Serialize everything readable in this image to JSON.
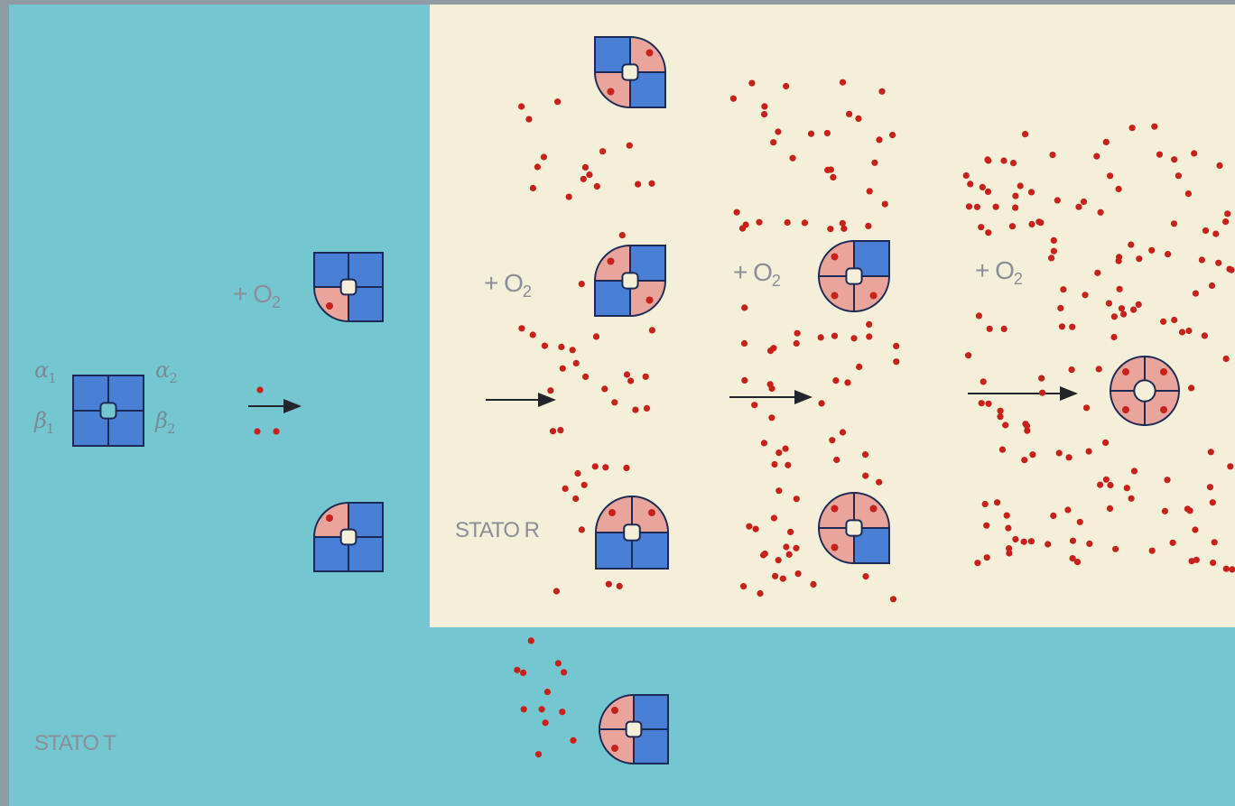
{
  "labels": {
    "o2_plus": "+ O",
    "o2_sub": "2",
    "state_t": "STATO T",
    "state_r": "STATO R",
    "alpha": "α",
    "beta": "β",
    "sub_1": "1",
    "sub_2": "2"
  },
  "colors": {
    "frame": "#8f9aa2",
    "t_background": "#74c7d0",
    "r_background": "#f4efd8",
    "subunit_deoxy": "#4a7fd6",
    "subunit_oxy": "#e9a59c",
    "oxygen_dot": "#c8201a"
  },
  "hemoglobin_states": [
    {
      "stage": 0,
      "oxygenated_subunits": 0
    },
    {
      "stage": 1,
      "oxygenated_subunits": 1
    },
    {
      "stage": 2,
      "oxygenated_subunits": 2
    },
    {
      "stage": 3,
      "oxygenated_subunits": 3
    },
    {
      "stage": 4,
      "oxygenated_subunits": 4
    }
  ]
}
